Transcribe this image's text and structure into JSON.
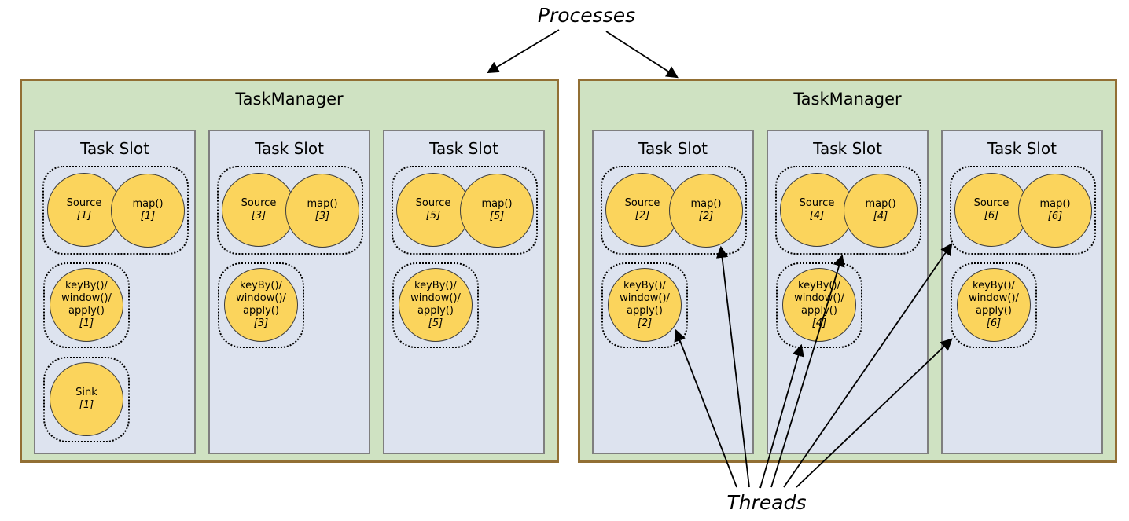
{
  "labels": {
    "processes": "Processes",
    "threads": "Threads"
  },
  "colors": {
    "taskmanager_fill": "#cfe2c2",
    "taskmanager_border": "#926f34",
    "slot_fill": "#dde3ef",
    "slot_border": "#7f7f7f",
    "circle_fill": "#fbd45c",
    "arrow": "#000000"
  },
  "task_managers": [
    {
      "title": "TaskManager",
      "slots": [
        {
          "title": "Task Slot",
          "source": {
            "label": "Source",
            "id": "[1]"
          },
          "map": {
            "label": "map()",
            "id": "[1]"
          },
          "chain": {
            "lines": [
              "keyBy()/",
              "window()/",
              "apply()"
            ],
            "id": "[1]"
          },
          "sink": {
            "label": "Sink",
            "id": "[1]"
          }
        },
        {
          "title": "Task Slot",
          "source": {
            "label": "Source",
            "id": "[3]"
          },
          "map": {
            "label": "map()",
            "id": "[3]"
          },
          "chain": {
            "lines": [
              "keyBy()/",
              "window()/",
              "apply()"
            ],
            "id": "[3]"
          }
        },
        {
          "title": "Task Slot",
          "source": {
            "label": "Source",
            "id": "[5]"
          },
          "map": {
            "label": "map()",
            "id": "[5]"
          },
          "chain": {
            "lines": [
              "keyBy()/",
              "window()/",
              "apply()"
            ],
            "id": "[5]"
          }
        }
      ]
    },
    {
      "title": "TaskManager",
      "slots": [
        {
          "title": "Task Slot",
          "source": {
            "label": "Source",
            "id": "[2]"
          },
          "map": {
            "label": "map()",
            "id": "[2]"
          },
          "chain": {
            "lines": [
              "keyBy()/",
              "window()/",
              "apply()"
            ],
            "id": "[2]"
          }
        },
        {
          "title": "Task Slot",
          "source": {
            "label": "Source",
            "id": "[4]"
          },
          "map": {
            "label": "map()",
            "id": "[4]"
          },
          "chain": {
            "lines": [
              "keyBy()/",
              "window()/",
              "apply()"
            ],
            "id": "[4]"
          }
        },
        {
          "title": "Task Slot",
          "source": {
            "label": "Source",
            "id": "[6]"
          },
          "map": {
            "label": "map()",
            "id": "[6]"
          },
          "chain": {
            "lines": [
              "keyBy()/",
              "window()/",
              "apply()"
            ],
            "id": "[6]"
          }
        }
      ]
    }
  ]
}
